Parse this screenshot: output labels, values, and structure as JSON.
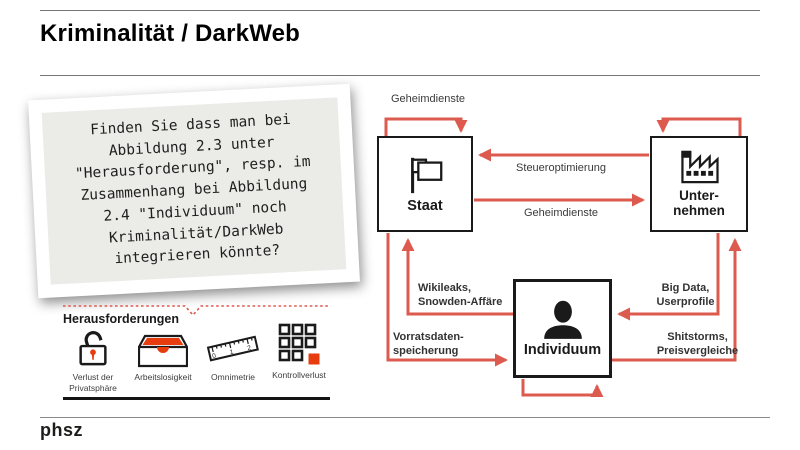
{
  "header": {
    "title": "Kriminalität / DarkWeb"
  },
  "note_card": {
    "text": "Finden Sie dass man bei\nAbbildung 2.3 unter\n\"Herausforderung\", resp. im\nZusammenhang bei Abbildung\n2.4 \"Individuum\" noch\nKriminalität/DarkWeb\nintegrieren könnte?"
  },
  "challenges": {
    "heading": "Herausforderungen",
    "items": [
      {
        "icon": "open-lock-icon",
        "label": "Verlust der\nPrivatsphäre"
      },
      {
        "icon": "open-box-icon",
        "label": "Arbeitslosigkeit"
      },
      {
        "icon": "ruler-icon",
        "label": "Omnimetrie"
      },
      {
        "icon": "grid-squares-icon",
        "label": "Kontrollverlust"
      }
    ],
    "ruler_numbers": [
      "0",
      "1",
      "2"
    ]
  },
  "diagram": {
    "nodes": {
      "staat": {
        "label": "Staat",
        "icon": "flag-icon"
      },
      "unternehmen": {
        "label": "Unter-\nnehmen",
        "icon": "factory-icon"
      },
      "individuum": {
        "label": "Individuum",
        "icon": "person-icon"
      }
    },
    "edges": {
      "staat_self_loop": "Geheimdienste",
      "unternehmen_to_staat": "Steueroptimierung",
      "staat_to_unternehmen": "Geheimdienste",
      "individuum_to_staat": "Wikileaks,\nSnowden-Affäre",
      "staat_to_individuum": "Vorratsdaten-\nspeicherung",
      "unternehmen_to_individuum": "Big Data,\nUserprofile",
      "individuum_to_unternehmen": "Shitstorms,\nPreisvergleiche"
    }
  },
  "footer": {
    "logo": "phsz"
  },
  "colors": {
    "arrow_red": "#dd5a4e",
    "accent_red": "#e73c0e",
    "ink": "#1a1a1a"
  }
}
